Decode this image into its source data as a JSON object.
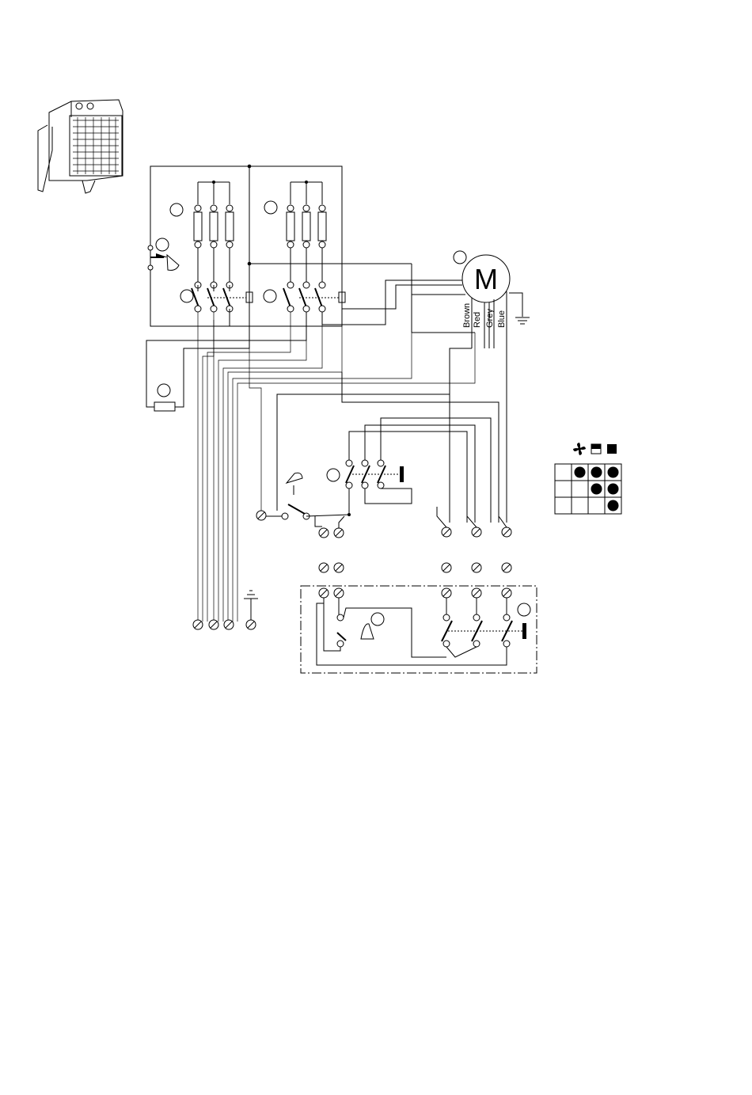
{
  "motor": {
    "symbol": "M",
    "wires": [
      "Brown",
      "Red",
      "Grey",
      "Blue"
    ]
  },
  "legend": {
    "icons": [
      "fan-icon",
      "half-heat-icon",
      "full-heat-icon"
    ],
    "rows": [
      [
        false,
        true,
        true,
        true
      ],
      [
        false,
        false,
        true,
        true
      ],
      [
        false,
        false,
        false,
        true
      ]
    ]
  },
  "colors": {
    "line": "#000000",
    "background": "#ffffff"
  }
}
